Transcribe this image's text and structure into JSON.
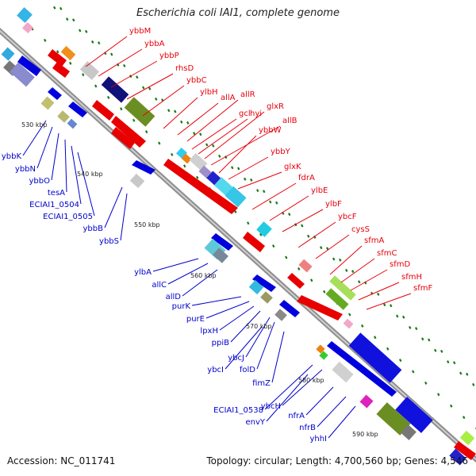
{
  "title": "Escherichia coli IAI1, complete genome",
  "footer": {
    "accession": "Accession: NC_011741",
    "topology": "Topology: circular; Length: 4,700,560 bp; Genes: 4,546"
  },
  "colors": {
    "forward_labels": "#e8000b",
    "reverse_labels": "#0000cc",
    "backbone": "#888888",
    "tick_marks": "#1a7a1a"
  },
  "scale_labels": [
    "530 kbp",
    "540 kbp",
    "550 kbp",
    "560 kbp",
    "570 kbp",
    "580 kbp",
    "590 kbp"
  ],
  "forward_genes": [
    "ybbM",
    "ybbA",
    "ybbP",
    "rhsD",
    "ybbC",
    "ylbH",
    "allA",
    "allR",
    "gcl",
    "hyi",
    "glxR",
    "allB",
    "ybbW",
    "ybbY",
    "glxK",
    "fdrA",
    "ylbE",
    "ylbF",
    "ybcF",
    "cysS",
    "sfmA",
    "sfmC",
    "sfmD",
    "sfmH",
    "sfmF"
  ],
  "reverse_genes": [
    "ybbK",
    "ybbN",
    "ybbO",
    "tesA",
    "ECIAI1_0504",
    "ECIAI1_0505",
    "ybbB",
    "ybbS",
    "ylbA",
    "allC",
    "allD",
    "purK",
    "purE",
    "lpxH",
    "ppiB",
    "ybcJ",
    "folD",
    "ybcI",
    "fimZ",
    "ECIAI1_0538",
    "ybcH",
    "envY",
    "nfrA",
    "nfrB",
    "yhhI"
  ]
}
